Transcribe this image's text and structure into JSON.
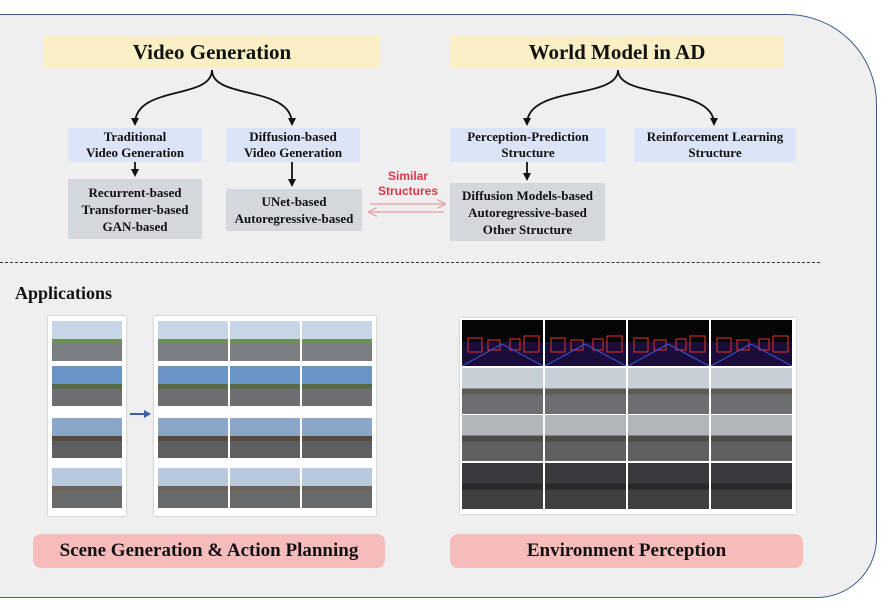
{
  "video_generation": {
    "title": "Video Generation",
    "traditional": [
      "Traditional",
      "Video Generation"
    ],
    "traditional_methods": [
      "Recurrent-based",
      "Transformer-based",
      "GAN-based"
    ],
    "diffusion": [
      "Diffusion-based",
      "Video Generation"
    ],
    "diffusion_methods": [
      "UNet-based",
      "Autoregressive-based"
    ]
  },
  "world_model": {
    "title": "World Model in AD",
    "perception_prediction": [
      "Perception-Prediction",
      "Structure"
    ],
    "perception_methods": [
      "Diffusion Models-based",
      "Autoregressive-based",
      "Other Structure"
    ],
    "reinforcement": [
      "Reinforcement Learning",
      "Structure"
    ]
  },
  "similar_structures": [
    "Similar",
    "Structures"
  ],
  "applications": {
    "heading": "Applications",
    "scene_label": "Scene Generation & Action Planning",
    "perception_label": "Environment Perception"
  },
  "colors": {
    "header_fill": "#fbefc6",
    "subheader_fill": "#dce5f7",
    "method_fill": "#d4d7dc",
    "label_fill": "#f6bcbc",
    "similar_text": "#d33a4a",
    "border": "#3b5a8a"
  }
}
